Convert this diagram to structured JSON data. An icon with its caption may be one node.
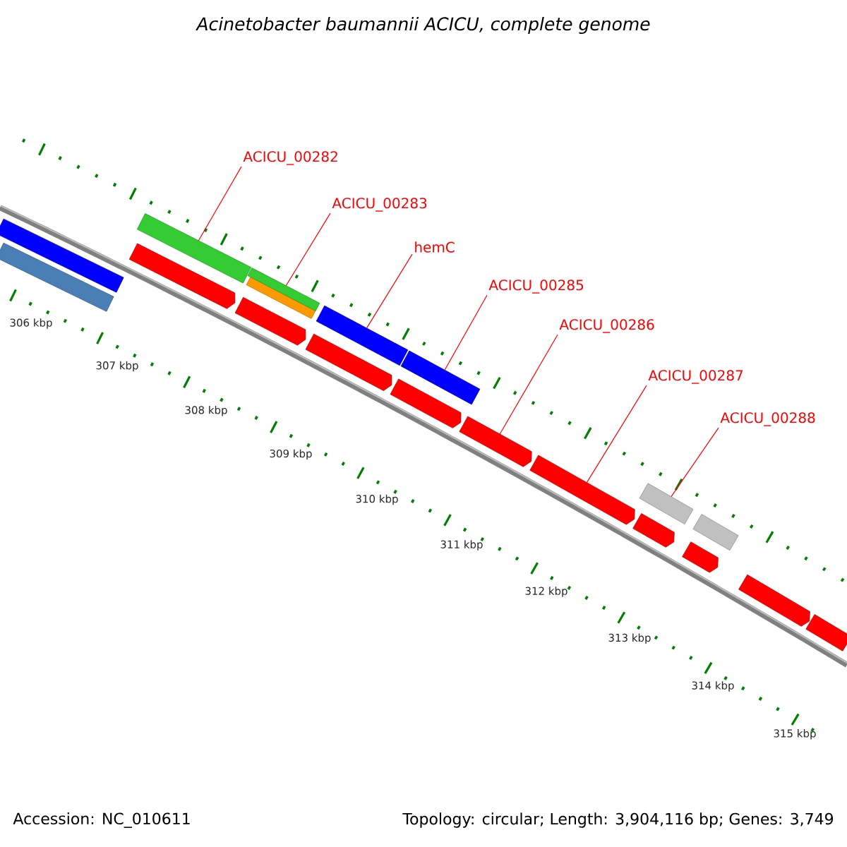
{
  "diagram": {
    "title": "Acinetobacter baumannii ACICU, complete genome",
    "nodes": [
      {
        "text": [
          "ACICU_00282"
        ]
      },
      {
        "text": [
          "ACICU_00283"
        ]
      },
      {
        "text": [
          "hemC"
        ]
      },
      {
        "text": [
          "ACICU_00285"
        ]
      },
      {
        "text": [
          "ACICU_00286"
        ]
      },
      {
        "text": [
          "ACICU_00287"
        ]
      },
      {
        "text": [
          "ACICU_00288"
        ]
      },
      {
        "text": [],
        "shape": "bar"
      },
      {
        "text": [],
        "shape": "bar"
      },
      {
        "text": [],
        "shape": "arrow"
      },
      {
        "text": [],
        "shape": "bar"
      },
      {
        "text": [],
        "shape": "arrow"
      },
      {
        "text": [],
        "shape": "bar"
      },
      {
        "text": [],
        "shape": "bar"
      },
      {
        "text": [],
        "shape": "arrow"
      },
      {
        "text": [],
        "shape": "bar"
      },
      {
        "text": [],
        "shape": "arrow"
      },
      {
        "text": [],
        "shape": "bar"
      },
      {
        "text": [],
        "shape": "arrow"
      },
      {
        "text": [],
        "shape": "arrow"
      },
      {
        "text": [],
        "shape": "arrow"
      },
      {
        "text": [],
        "shape": "bar"
      },
      {
        "text": [],
        "shape": "arrow"
      },
      {
        "text": [],
        "shape": "bar"
      },
      {
        "text": [],
        "shape": "arrow"
      },
      {
        "text": [],
        "shape": "bar"
      }
    ],
    "edges": [
      {
        "from": 0,
        "to": 10,
        "arrow": "none"
      },
      {
        "from": 1,
        "to": 13,
        "arrow": "none"
      },
      {
        "from": 2,
        "to": 15,
        "arrow": "none"
      },
      {
        "from": 3,
        "to": 17,
        "arrow": "none"
      },
      {
        "from": 4,
        "to": 18,
        "arrow": "none"
      },
      {
        "from": 5,
        "to": 19,
        "arrow": "none"
      },
      {
        "from": 6,
        "to": 21,
        "arrow": "none"
      }
    ],
    "labels": [
      "306 kbp",
      "307 kbp",
      "308 kbp",
      "309 kbp",
      "310 kbp",
      "311 kbp",
      "312 kbp",
      "313 kbp",
      "314 kbp",
      "315 kbp",
      "Accession: NC_010611",
      "Topology: circular; Length: 3,904,116 bp; Genes: 3,749"
    ]
  }
}
